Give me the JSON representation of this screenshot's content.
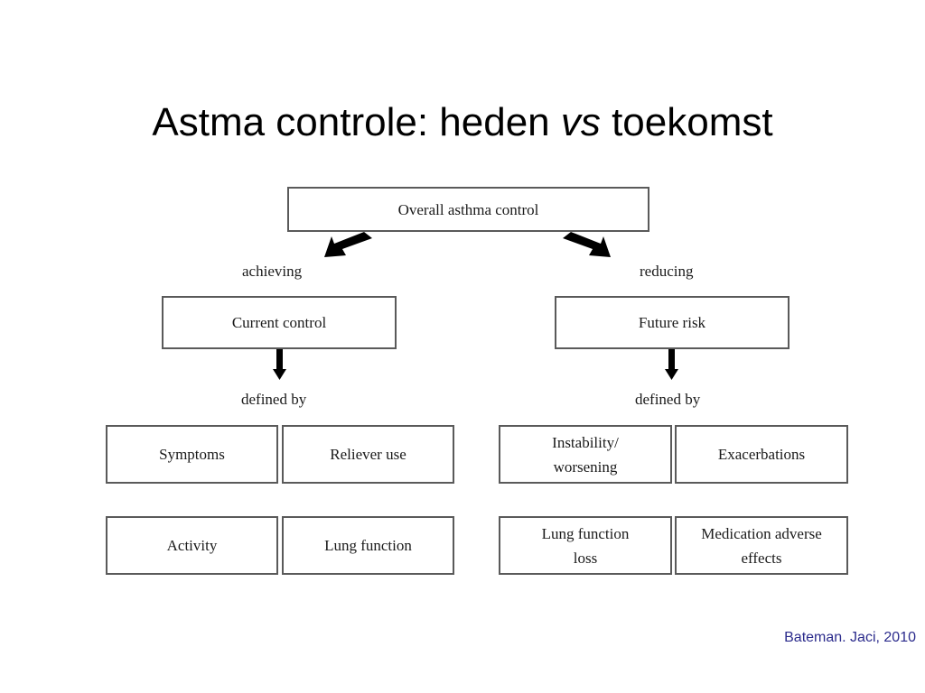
{
  "slide": {
    "title_prefix": "Astma controle: heden ",
    "title_emph": "vs",
    "title_suffix": " toekomst",
    "citation": "Bateman. Jaci, 2010"
  },
  "diagram": {
    "root": "Overall asthma control",
    "left_connector": "achieving",
    "right_connector": "reducing",
    "left_node": "Current control",
    "right_node": "Future risk",
    "left_defined": "defined by",
    "right_defined": "defined by",
    "left_items": [
      "Symptoms",
      "Reliever use",
      "Activity",
      "Lung function"
    ],
    "right_items": [
      "Instability/ worsening",
      "Exacerbations",
      "Lung function loss",
      "Medication adverse effects"
    ]
  }
}
